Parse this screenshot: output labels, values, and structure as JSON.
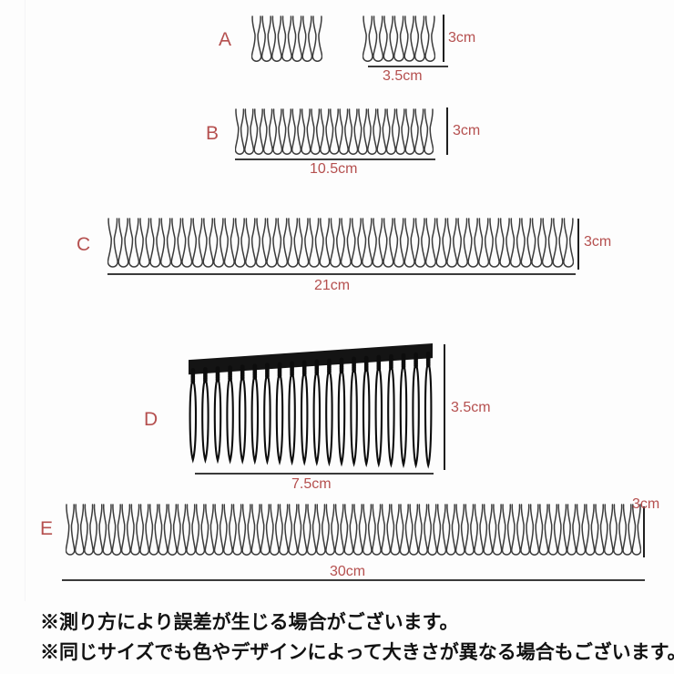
{
  "page": {
    "background_color": "#fdfdfd",
    "label_color": "#b5504f",
    "note_color": "#121212",
    "line_color": "#3a3a3a"
  },
  "rows": [
    {
      "letter": "A",
      "combs": [
        {
          "teeth": 7,
          "style": "wire"
        },
        {
          "teeth": 7,
          "style": "wire"
        }
      ],
      "width_label": "3.5cm",
      "height_label": "3cm"
    },
    {
      "letter": "B",
      "combs": [
        {
          "teeth": 21,
          "style": "wire"
        }
      ],
      "width_label": "10.5cm",
      "height_label": "3cm"
    },
    {
      "letter": "C",
      "combs": [
        {
          "teeth": 44,
          "style": "wire"
        }
      ],
      "width_label": "21cm",
      "height_label": "3cm"
    },
    {
      "letter": "D",
      "combs": [
        {
          "teeth": 20,
          "style": "solid-black"
        }
      ],
      "width_label": "7.5cm",
      "height_label": "3.5cm"
    },
    {
      "letter": "E",
      "combs": [
        {
          "teeth": 62,
          "style": "wire"
        }
      ],
      "width_label": "30cm",
      "height_label": "3cm"
    }
  ],
  "notes": [
    "※測り方により誤差が生じる場合がございます。",
    "※同じサイズでも色やデザインによって大きさが異なる場合もございます。"
  ]
}
